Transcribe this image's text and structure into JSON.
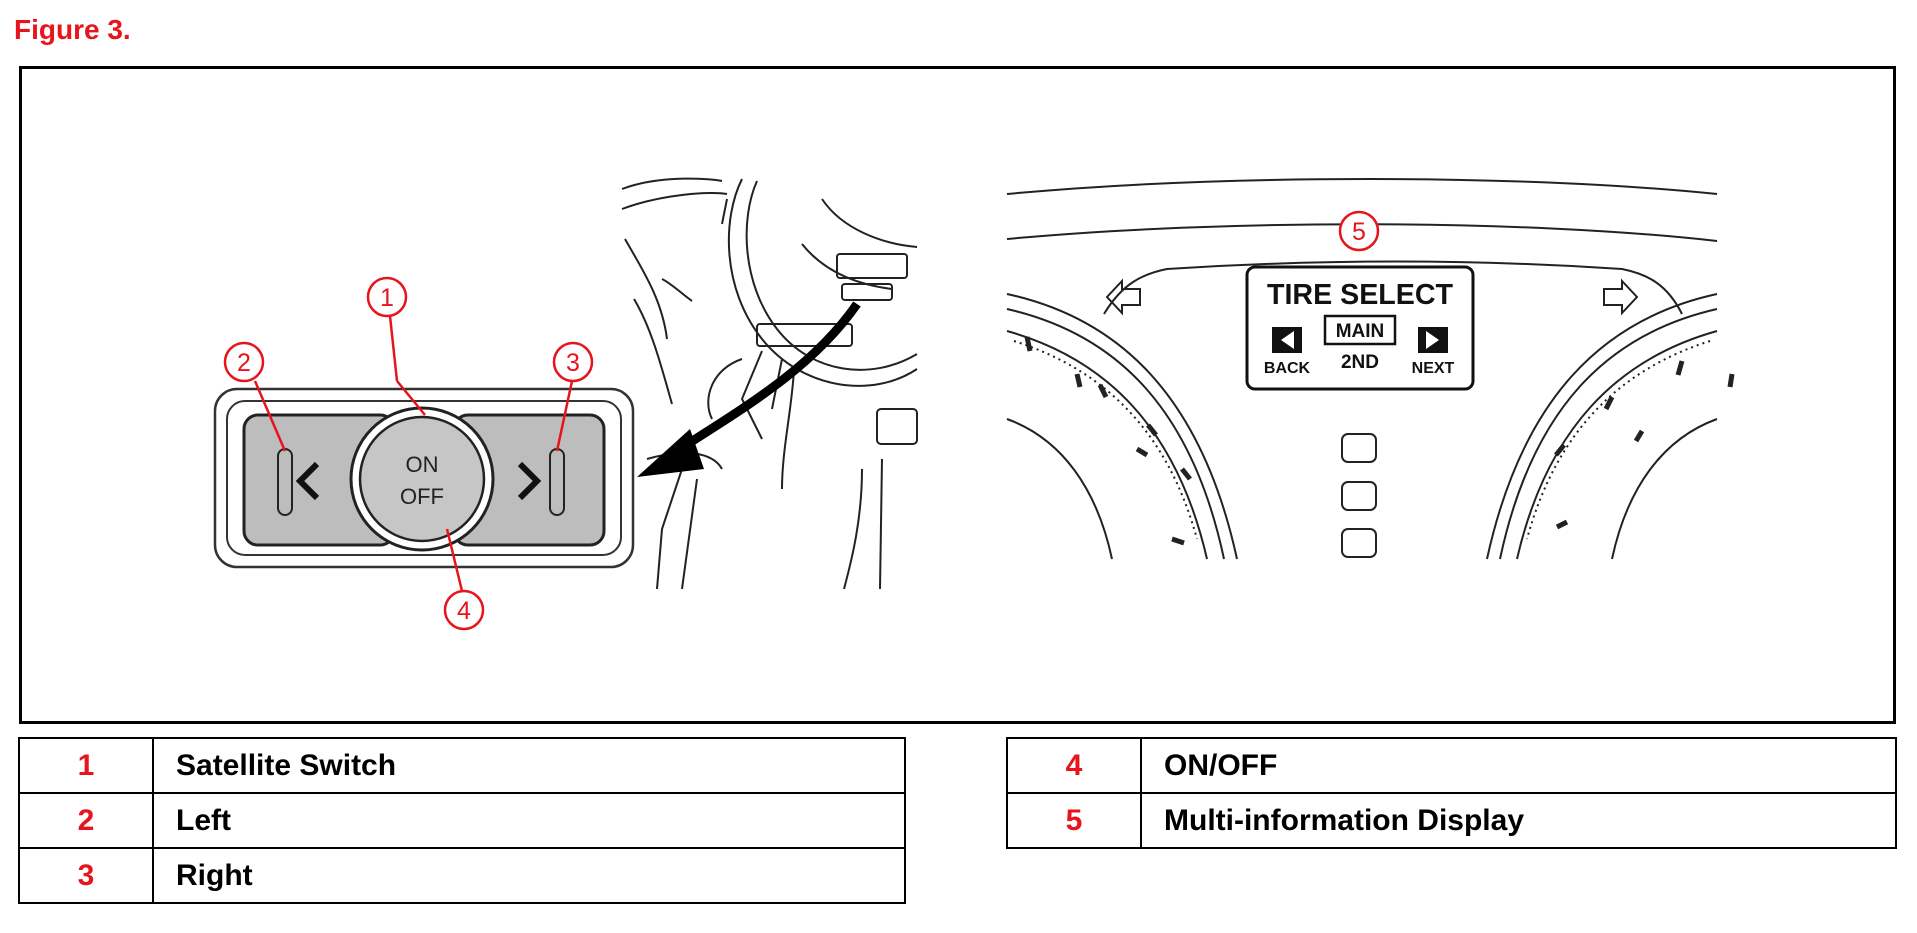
{
  "figure": {
    "title": "Figure 3."
  },
  "switch_panel": {
    "on_label": "ON",
    "off_label": "OFF",
    "callouts": [
      "1",
      "2",
      "3",
      "4"
    ]
  },
  "display": {
    "callout": "5",
    "title": "TIRE SELECT",
    "main_label": "MAIN",
    "second_label": "2ND",
    "back_label": "BACK",
    "next_label": "NEXT"
  },
  "legend": {
    "left": [
      {
        "num": "1",
        "label": "Satellite Switch"
      },
      {
        "num": "2",
        "label": "Left"
      },
      {
        "num": "3",
        "label": "Right"
      }
    ],
    "right": [
      {
        "num": "4",
        "label": "ON/OFF"
      },
      {
        "num": "5",
        "label": "Multi-information Display"
      }
    ]
  },
  "colors": {
    "accent": "#e8141b",
    "button_gray": "#bdbdbd",
    "line": "#000000"
  }
}
